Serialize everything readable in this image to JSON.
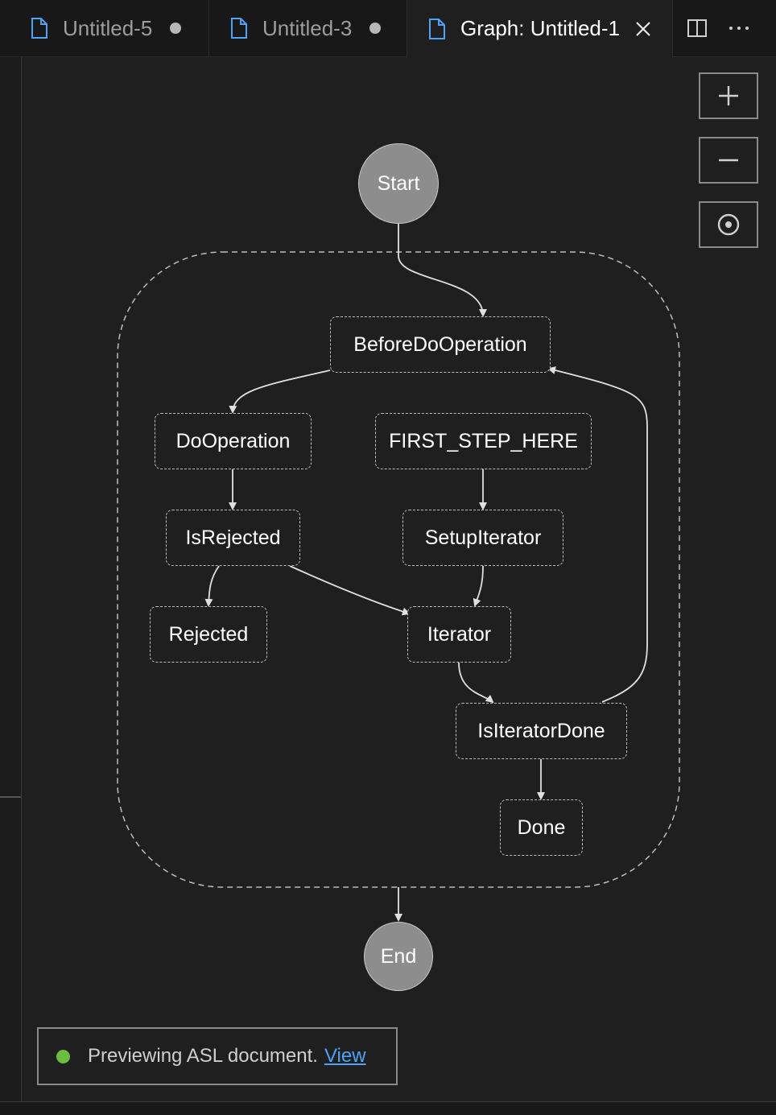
{
  "tabs": [
    {
      "label": "Untitled-5",
      "dirty": true
    },
    {
      "label": "Untitled-3",
      "dirty": true
    },
    {
      "label": "Graph: Untitled-1",
      "active": true
    }
  ],
  "tab_actions": {
    "split": "split-editor-icon",
    "more": "more-actions-icon"
  },
  "zoom": {
    "in": "plus-icon",
    "out": "minus-icon",
    "center": "recenter-icon"
  },
  "graph": {
    "start": "Start",
    "end": "End",
    "states": {
      "before_do_operation": "BeforeDoOperation",
      "do_operation": "DoOperation",
      "first_step": "FIRST_STEP_HERE",
      "is_rejected": "IsRejected",
      "setup_iterator": "SetupIterator",
      "rejected": "Rejected",
      "iterator": "Iterator",
      "is_iterator_done": "IsIteratorDone",
      "done": "Done"
    }
  },
  "status": {
    "text": "Previewing ASL document.",
    "link": "View",
    "indicator_color": "#6dbb3f"
  },
  "colors": {
    "background": "#1f1f1f",
    "link": "#4fa3f7"
  }
}
